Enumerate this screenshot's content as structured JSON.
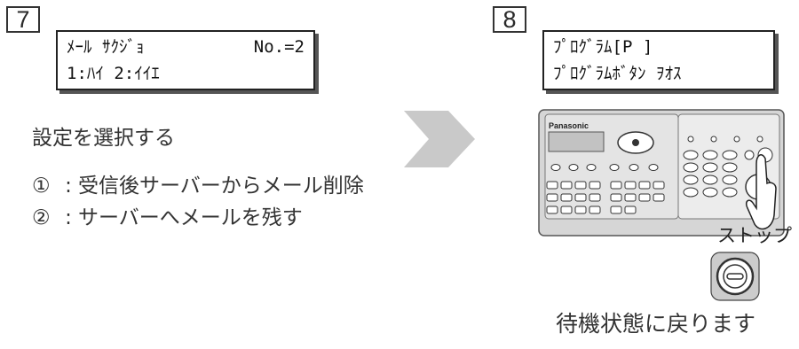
{
  "step7": {
    "number": "7",
    "lcd_line1_left": "ﾒｰﾙ ｻｸｼﾞｮ",
    "lcd_line1_right": "No.=2",
    "lcd_line2": "1:ﾊｲ 2:ｲｲｴ",
    "heading": "設定を選択する",
    "options": [
      {
        "marker": "①",
        "sep": ":",
        "text": "受信後サーバーからメール削除"
      },
      {
        "marker": "②",
        "sep": ":",
        "text": "サーバーへメールを残す"
      }
    ]
  },
  "step8": {
    "number": "8",
    "lcd_line1": "ﾌﾟﾛｸﾞﾗﾑ[P ]",
    "lcd_line2": "ﾌﾟﾛｸﾞﾗﾑﾎﾞﾀﾝ ｦｵｽ",
    "panel_brand": "Panasonic",
    "stop_label": "ストップ",
    "caption": "待機状態に戻ります"
  },
  "colors": {
    "arrow": "#c9c9c9",
    "panel_body": "#d6d6d6",
    "stop_ring": "#333333"
  }
}
